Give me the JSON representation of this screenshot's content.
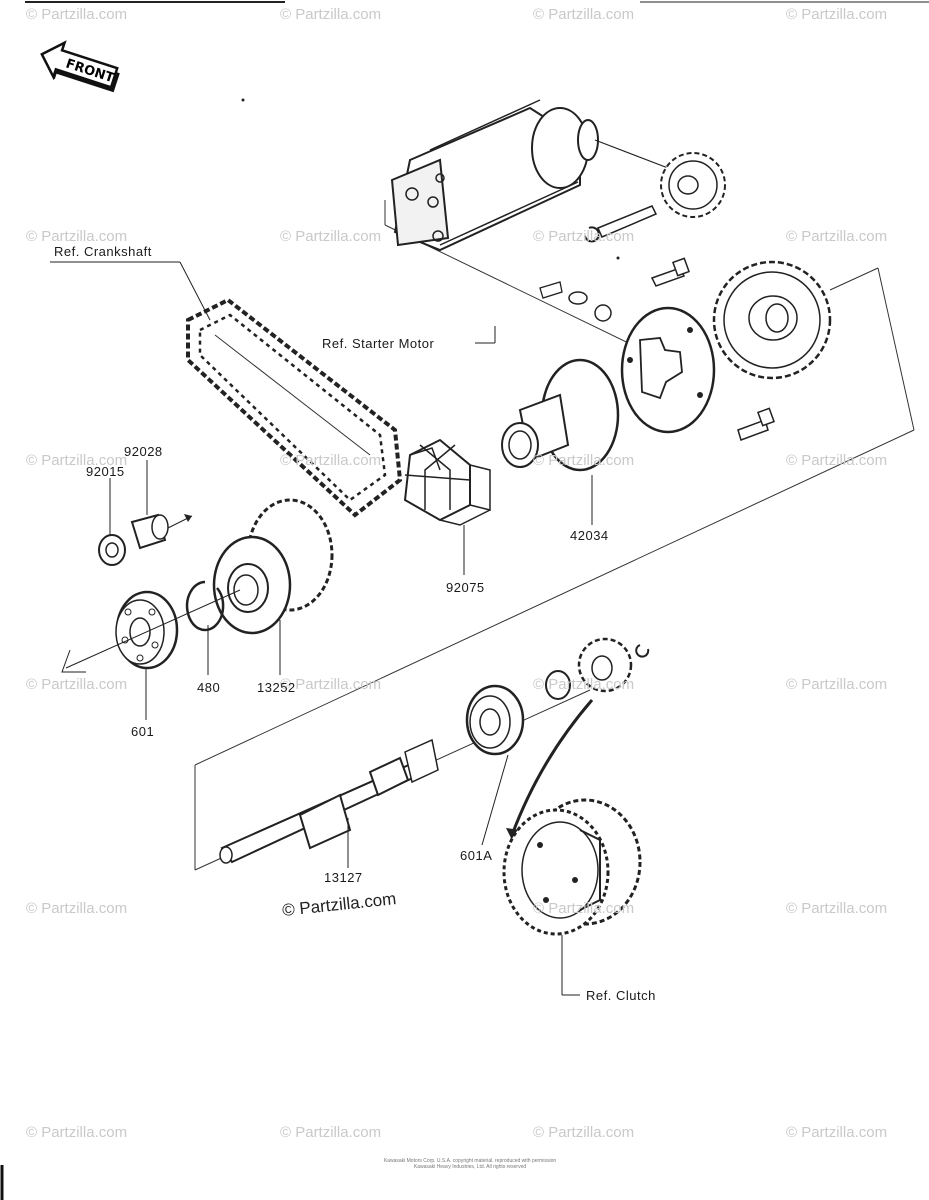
{
  "front_arrow": {
    "label": "FRONT"
  },
  "watermark": {
    "text": "© Partzilla.com"
  },
  "center_watermark": {
    "text": "© Partzilla.com"
  },
  "references": {
    "crankshaft": "Ref. Crankshaft",
    "starter_motor": "Ref. Starter Motor",
    "clutch": "Ref. Clutch"
  },
  "part_numbers": {
    "p92028": "92028",
    "p92015": "92015",
    "p42034": "42034",
    "p92075": "92075",
    "p480": "480",
    "p13252": "13252",
    "p601": "601",
    "p601A": "601A",
    "p13127": "13127"
  },
  "footer": {
    "line1": "Kawasaki Motors Corp. U.S.A. copyright material, reproduced with permission",
    "line2": "Kawasaki Heavy Industries, Ltd. All rights reserved"
  },
  "icons": [
    "front-arrow-icon",
    "starter-motor",
    "drive-chain",
    "sprocket",
    "gear",
    "bearing",
    "shaft"
  ]
}
